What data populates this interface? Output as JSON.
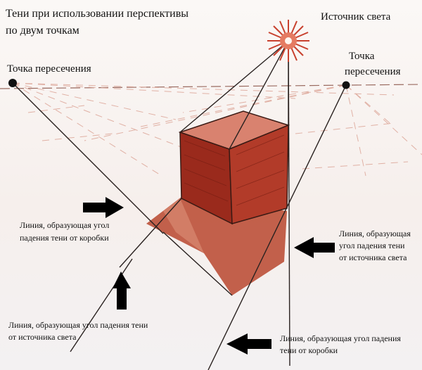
{
  "title": {
    "line1": "Тени при использовании перспективы",
    "line2": "по двум точкам"
  },
  "labels": {
    "light_source": "Источник света",
    "vanishing_left": "Точка пересечения",
    "vanishing_right_line1": "Точка",
    "vanishing_right_line2": "пересечения",
    "box_shadow_left_line1": "Линия, образующая угол",
    "box_shadow_left_line2": "падения тени от коробки",
    "source_shadow_right_line1": "Линия, образующая",
    "source_shadow_right_line2": "угол падения тени",
    "source_shadow_right_line3": "от источника света",
    "source_shadow_bottom_line1": "Линия, образующая угол падения тени",
    "source_shadow_bottom_line2": "от источника света",
    "box_shadow_bottom_line1": "Линия, образующая угол падения",
    "box_shadow_bottom_line2": "тени от коробки"
  },
  "colors": {
    "box_front": "#9a2a1c",
    "box_side": "#b23b29",
    "box_top": "#d9826f",
    "shadow": "#b8462e",
    "line": "#2a2220",
    "sun": "#c8412e",
    "arrow": "#000000"
  },
  "icons": {
    "sun": "sun-icon",
    "arrow": "arrow-icon",
    "vanishing_point": "dot-icon"
  }
}
